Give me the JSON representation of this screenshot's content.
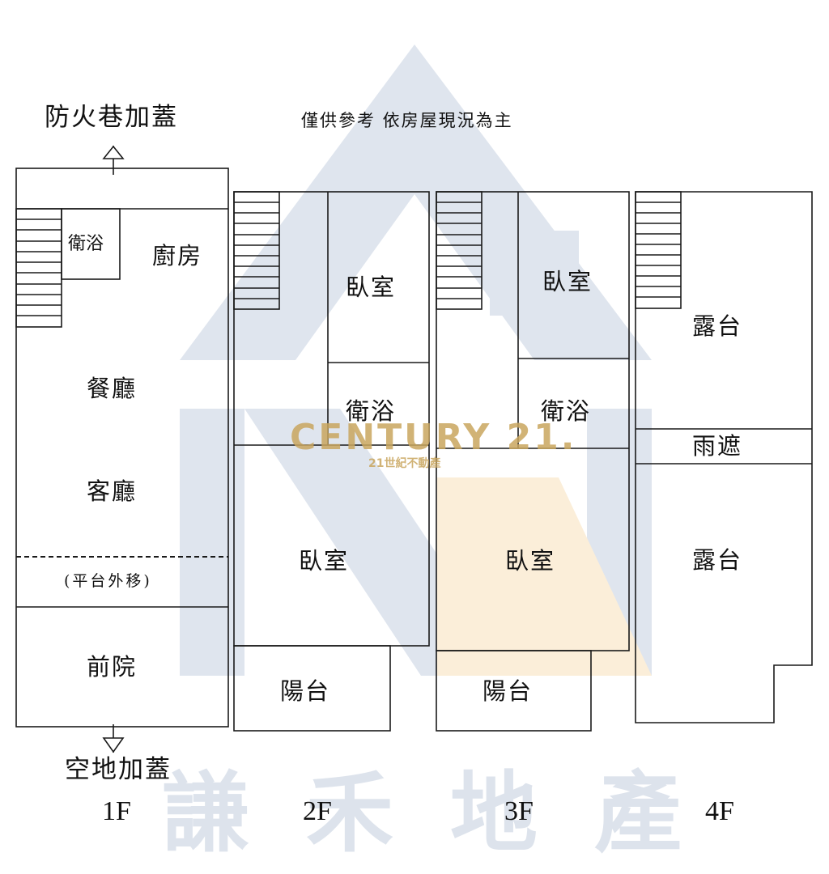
{
  "note": "僅供參考 依房屋現況為主",
  "top_extension": "防火巷加蓋",
  "bottom_extension": "空地加蓋",
  "watermark": {
    "brand": "CENTURY 21.",
    "brand_sub": "21世紀不動產",
    "company": "謙禾地產"
  },
  "floors": {
    "f1": {
      "label": "1F",
      "bath": "衛浴",
      "kitchen": "廚房",
      "dining": "餐廳",
      "living": "客廳",
      "platform": "(平台外移)",
      "front_yard": "前院"
    },
    "f2": {
      "label": "2F",
      "bedroom_top": "臥室",
      "bath": "衛浴",
      "bedroom_bottom": "臥室",
      "balcony": "陽台"
    },
    "f3": {
      "label": "3F",
      "bedroom_top": "臥室",
      "bath": "衛浴",
      "bedroom_bottom": "臥室",
      "balcony": "陽台"
    },
    "f4": {
      "label": "4F",
      "terrace_top": "露台",
      "canopy": "雨遮",
      "terrace_bottom": "露台"
    }
  },
  "colors": {
    "line": "#1a1a1a",
    "watermark_house": "#dfe5ee",
    "watermark_accent": "#fbeed9",
    "brand": "#c9a65f"
  }
}
